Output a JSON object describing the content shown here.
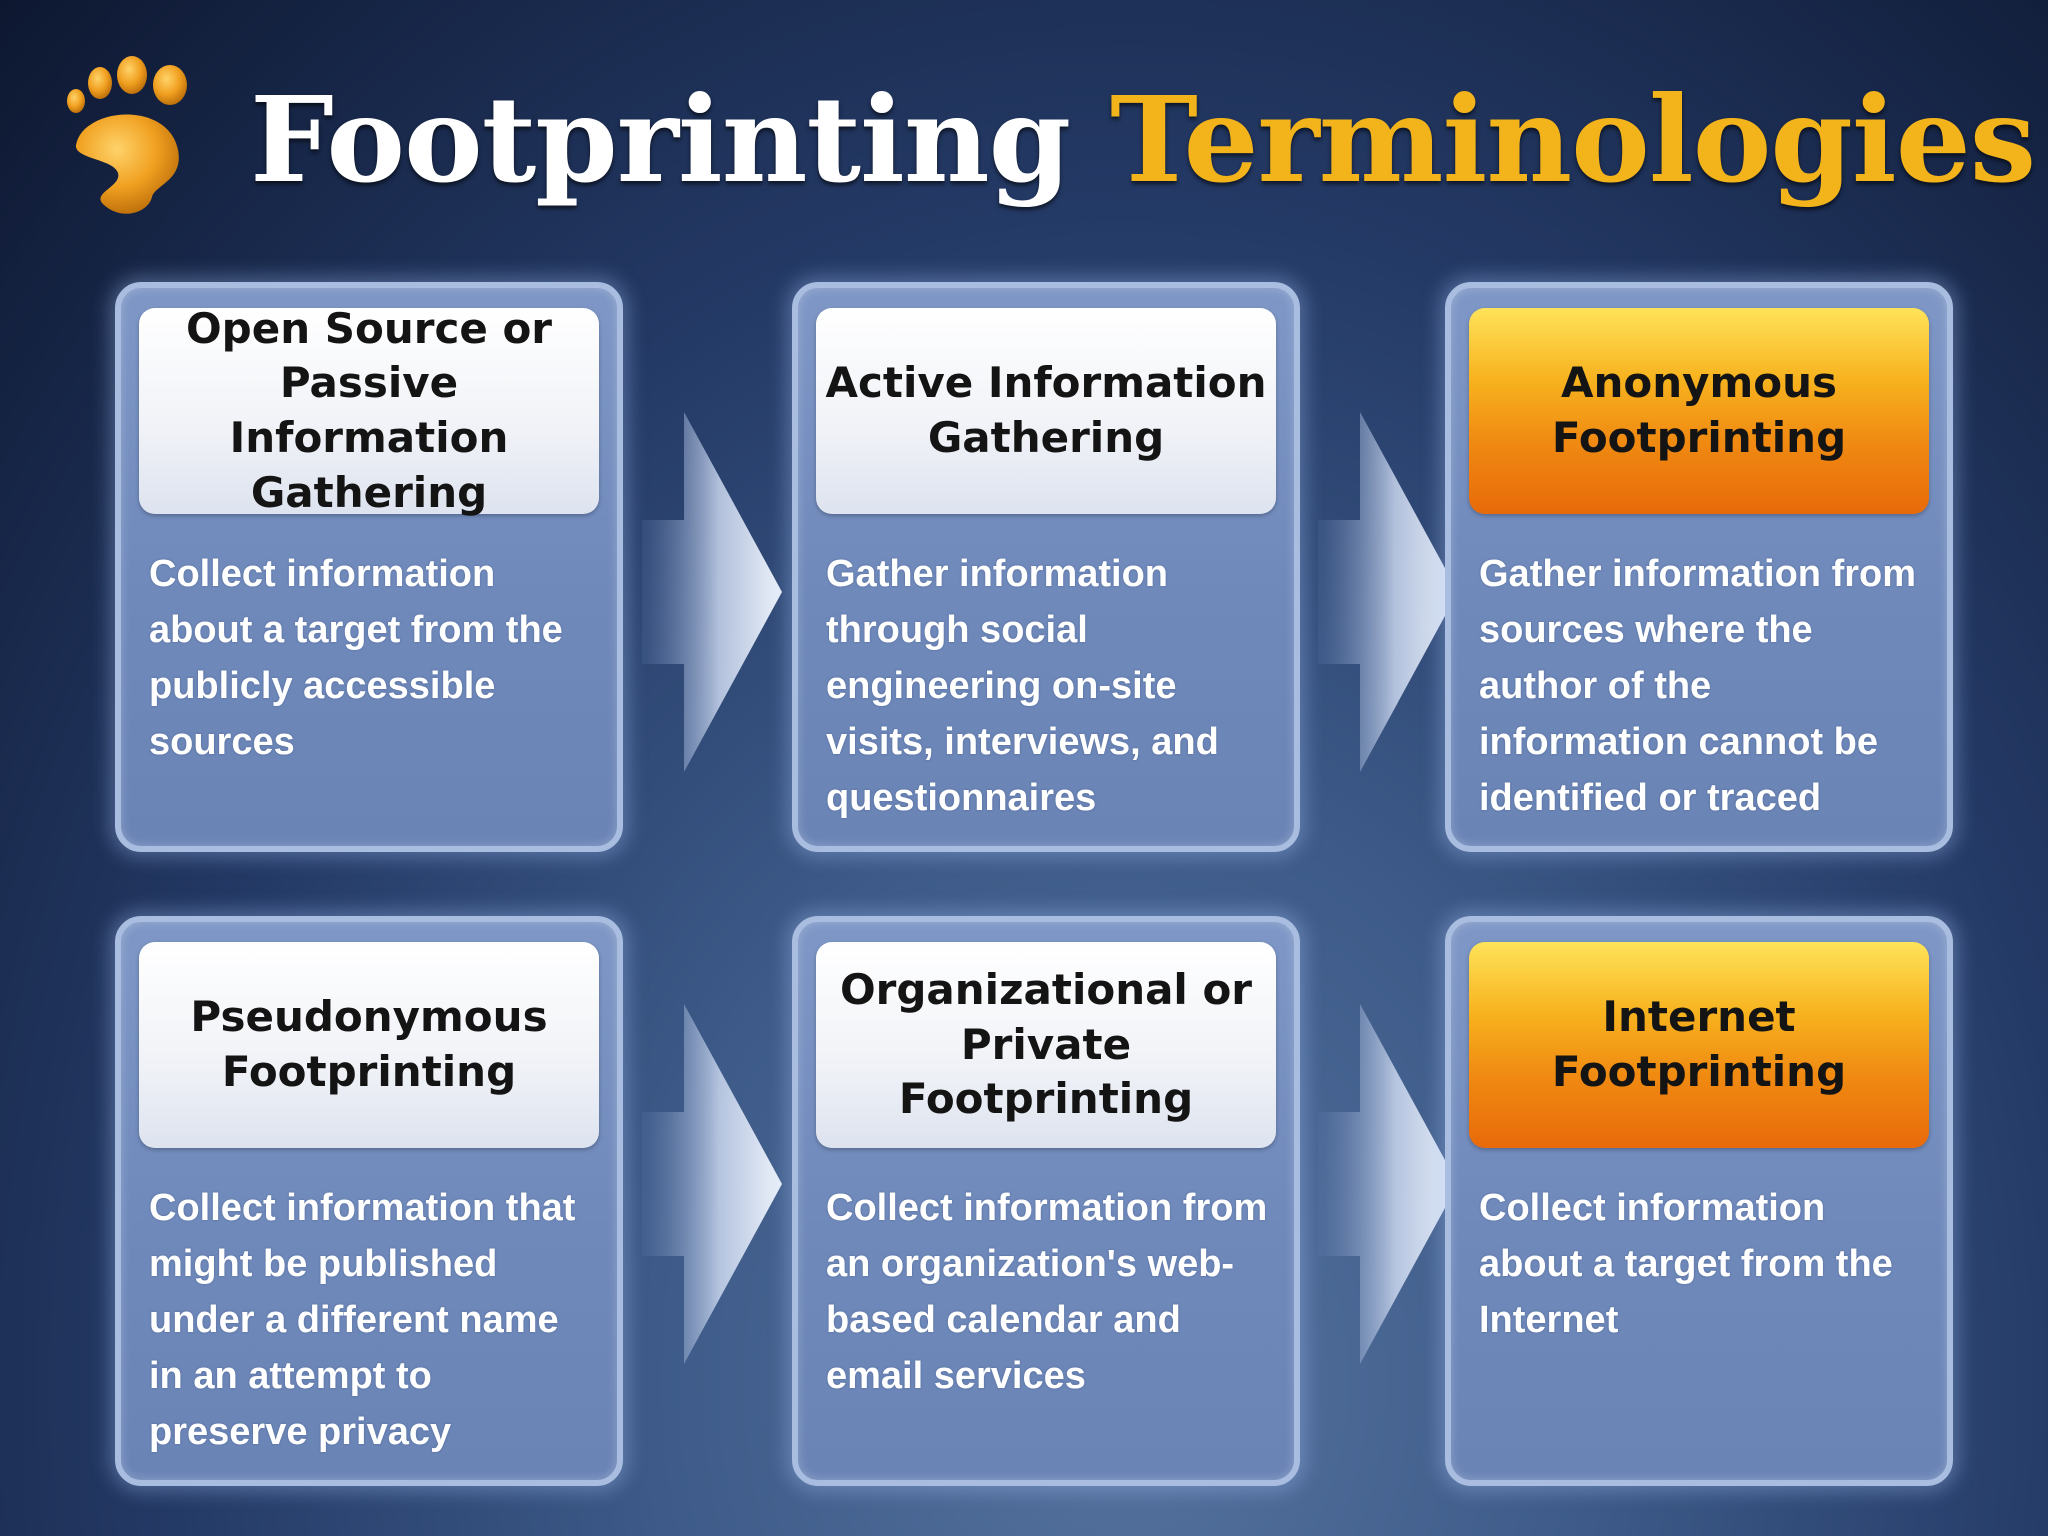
{
  "title": {
    "word1": "Footprinting",
    "word2": "Terminologies"
  },
  "icons": {
    "logo": "footprint-icon",
    "connector": "right-arrow-icon"
  },
  "colors": {
    "title_primary": "#ffffff",
    "title_accent": "#f2b31b",
    "header_default": "#f0f2f7",
    "header_highlight": "#f08a12",
    "card_body": "#7e97c6"
  },
  "cards": [
    {
      "title": "Open Source or\nPassive Information\nGathering",
      "description": "Collect information about a target from the publicly accessible sources",
      "highlight": false
    },
    {
      "title": "Active Information\nGathering",
      "description": "Gather information through social engineering on-site visits, interviews, and questionnaires",
      "highlight": false
    },
    {
      "title": "Anonymous\nFootprinting",
      "description": "Gather information from sources where the author of the information cannot be identified or traced",
      "highlight": true
    },
    {
      "title": "Pseudonymous\nFootprinting",
      "description": "Collect information that might be published under a different name in an attempt to preserve privacy",
      "highlight": false
    },
    {
      "title": "Organizational or\nPrivate\nFootprinting",
      "description": "Collect information from an organization's web-based calendar and email services",
      "highlight": false
    },
    {
      "title": "Internet\nFootprinting",
      "description": "Collect information about a target from the Internet",
      "highlight": true
    }
  ]
}
